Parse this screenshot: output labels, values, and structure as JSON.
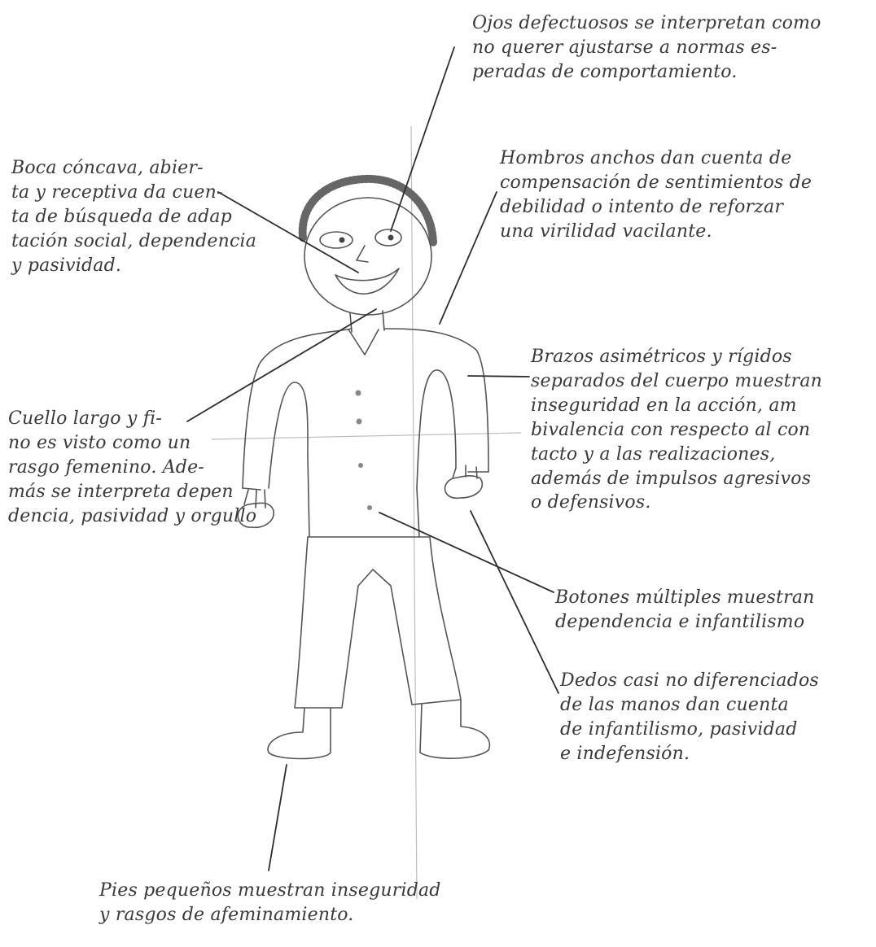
{
  "annotations": {
    "eyes": "Ojos defectuosos se interpretan como\nno querer ajustarse a normas es-\nperadas de comportamiento.",
    "mouth": "Boca cóncava, abier-\nta y receptiva da cuen-\nta de búsqueda de adap\ntación social, dependencia\ny pasividad.",
    "shoulders": "Hombros anchos dan cuenta de\ncompensación de sentimientos de\ndebilidad o intento de reforzar\nuna virilidad vacilante.",
    "arms": "Brazos asimétricos y rígidos\nseparados del cuerpo muestran\ninseguridad en la acción, am\nbivalencia con respecto al con\ntacto y a las realizaciones,\nademás de impulsos agresivos\no defensivos.",
    "neck": "Cuello largo y fi-\nno es visto como un\nrasgo femenino. Ade-\nmás se interpreta depen\ndencia, pasividad y orgullo",
    "buttons": "Botones múltiples muestran\ndependencia e infantilismo",
    "fingers": "Dedos casi no diferenciados\nde las manos dan cuenta\nde infantilismo, pasividad\ne indefensión.",
    "feet": "Pies pequeños muestran inseguridad\ny rasgos de afeminamiento."
  }
}
